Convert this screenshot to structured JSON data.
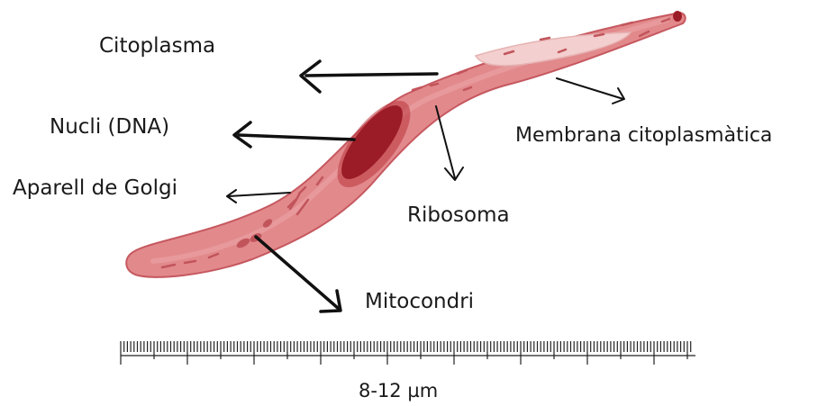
{
  "labels": {
    "citoplasma": "Citoplasma",
    "nucli": "Nucli (DNA)",
    "golgi": "Aparell de Golgi",
    "membrana": "Membrana citoplasmàtica",
    "ribosoma": "Ribosoma",
    "mitocondri": "Mitocondri"
  },
  "scale": {
    "label": "8-12 µm"
  },
  "colors": {
    "cell_body": "#e2898c",
    "cell_outline": "#c6585f",
    "nucleus": "#9b1b26",
    "nucleus_halo": "#b9343d",
    "organelle": "#c2555c",
    "vacuole": "#f4cfcf",
    "arrow": "#111111"
  }
}
